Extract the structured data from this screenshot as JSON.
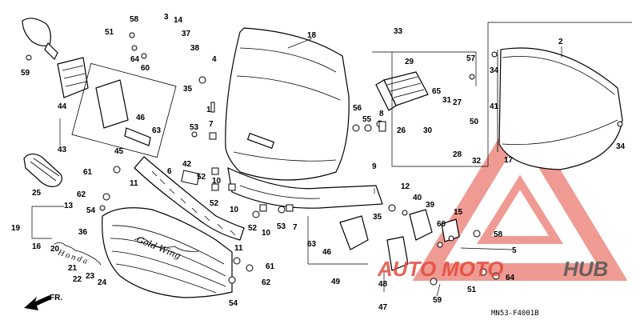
{
  "diagram": {
    "code": "MN53-F4001B",
    "front_arrow_label": "FR.",
    "brand_script": "Honda",
    "badge_script": "Gold Wing",
    "watermark": {
      "prefix": "AUTO",
      "suffix": "MOTOHUB",
      "tail": "HUB",
      "color": "#e24a3b"
    },
    "callouts": {
      "c1": "1",
      "c2": "2",
      "c3": "3",
      "c4": "4",
      "c5": "5",
      "c6": "6",
      "c7a": "7",
      "c7b": "7",
      "c8": "8",
      "c9": "9",
      "c10a": "10",
      "c10b": "10",
      "c10c": "10",
      "c11": "11",
      "c11b": "11",
      "c12": "12",
      "c13": "13",
      "c14": "14",
      "c15": "15",
      "c16": "16",
      "c17": "17",
      "c18": "18",
      "c19": "19",
      "c20": "20",
      "c21": "21",
      "c22": "22",
      "c23": "23",
      "c24": "24",
      "c25": "25",
      "c26": "26",
      "c27": "27",
      "c28": "28",
      "c29": "29",
      "c30": "30",
      "c31": "31",
      "c32": "32",
      "c33": "33",
      "c34a": "34",
      "c34b": "34",
      "c35a": "35",
      "c35b": "35",
      "c36": "36",
      "c37": "37",
      "c38": "38",
      "c39": "39",
      "c40": "40",
      "c41": "41",
      "c42": "42",
      "c43": "43",
      "c44": "44",
      "c45": "45",
      "c46a": "46",
      "c46b": "46",
      "c47": "47",
      "c48": "48",
      "c49": "49",
      "c50": "50",
      "c51a": "51",
      "c51b": "51",
      "c52a": "52",
      "c52b": "52",
      "c52c": "52",
      "c53a": "53",
      "c53b": "53",
      "c54a": "54",
      "c54b": "54",
      "c55": "55",
      "c56": "56",
      "c57": "57",
      "c58a": "58",
      "c58b": "58",
      "c59a": "59",
      "c59b": "59",
      "c60a": "60",
      "c60b": "60",
      "c61a": "61",
      "c61b": "61",
      "c62a": "62",
      "c62b": "62",
      "c63a": "63",
      "c63b": "63",
      "c64a": "64",
      "c64b": "64",
      "c65": "65"
    }
  }
}
